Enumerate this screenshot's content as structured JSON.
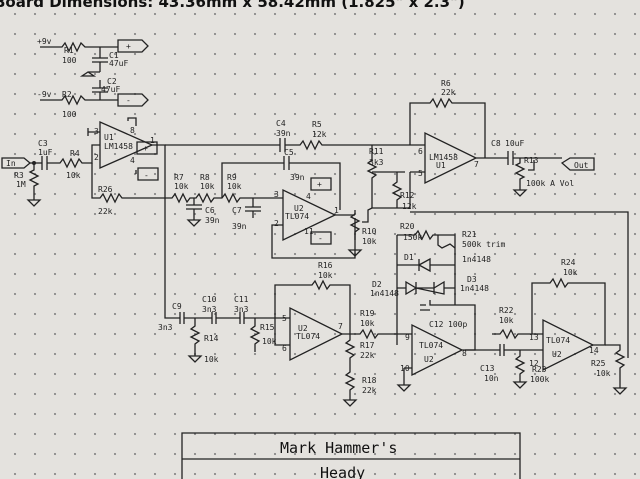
{
  "header": "Board Dimensions: 43.36mm x 58.42mm (1.825\" x 2.3\")",
  "title_block": {
    "line1": "Mark Hammer's",
    "line2": "Heady"
  },
  "power": {
    "v_pos": "+9v",
    "v_neg": "-9v",
    "plus": "+",
    "minus": "-",
    "r1": "R1",
    "r1_val": "100",
    "r2": "R2",
    "r2_val": "100",
    "c1": "C1",
    "c1_val": "47uF",
    "c2": "C2",
    "c2_val": "47uF"
  },
  "io": {
    "in": "In",
    "out": "Out"
  },
  "components": {
    "c3": "C3",
    "c3_val": "1uF",
    "r3": "R3",
    "r3_val": "1M",
    "r4": "R4",
    "r4_val": "10k",
    "u1a": "U1",
    "u1a_part": "LM1458",
    "r26": "R26",
    "r26_val": "22k",
    "c4": "C4",
    "c4_val": "39n",
    "r5": "R5",
    "r5_val": "12k",
    "r6": "R6",
    "r6_val": "22k",
    "c5": "C5",
    "c5_val": "39n",
    "r7": "R7",
    "r7_val": "10k",
    "r8": "R8",
    "r8_val": "10k",
    "r9": "R9",
    "r9_val": "10k",
    "c6": "C6",
    "c6_val": "39n",
    "c7": "C7",
    "c7_val": "39n",
    "u2a": "U2",
    "u2a_part": "TL074",
    "r10": "R10",
    "r10_val": "10k",
    "r11": "R11",
    "r11_val": "3k3",
    "r12": "R12",
    "r12_val": "12k",
    "u1b": "U1",
    "u1b_part": "LM1458",
    "c8": "C8",
    "c8_val": "10uF",
    "r13": "R13",
    "r13_val": "100k A Vol",
    "r20": "R20",
    "r20_val": "150k",
    "r21": "R21",
    "r21_val": "500k trim",
    "d1": "D1",
    "d1_part": "1n4148",
    "d2": "D2",
    "d2_part": "1n4148",
    "d3": "D3",
    "d3_part": "1n4148",
    "c12": "C12",
    "c12_val": "100p",
    "r16": "R16",
    "r16_val": "10k",
    "c9": "C9",
    "c9_val": "3n3",
    "c10": "C10",
    "c10_val": "3n3",
    "c11": "C11",
    "c11_val": "3n3",
    "r14": "R14",
    "r14_val": "10k",
    "r15": "R15",
    "r15_val": "10k",
    "u2b": "U2",
    "u2b_part": "TL074",
    "r17": "R17",
    "r17_val": "22k",
    "r18": "R18",
    "r18_val": "22k",
    "r19": "R19",
    "r19_val": "10k",
    "u2c": "U2",
    "u2c_part": "TL074",
    "r22": "R22",
    "r22_val": "10k",
    "r23": "R23",
    "r23_val": "100k",
    "c13": "C13",
    "c13_val": "10n",
    "r24": "R24",
    "r24_val": "10k",
    "u2d": "U2",
    "u2d_part": "TL074",
    "r25": "R25",
    "r25_val": "10k"
  },
  "pins": {
    "p1": "1",
    "p2": "2",
    "p3": "3",
    "p4": "4",
    "p5": "5",
    "p6": "6",
    "p7": "7",
    "p8": "8",
    "p9": "9",
    "p10": "10",
    "p11": "11",
    "p12": "12",
    "p13": "13",
    "p14": "14"
  }
}
